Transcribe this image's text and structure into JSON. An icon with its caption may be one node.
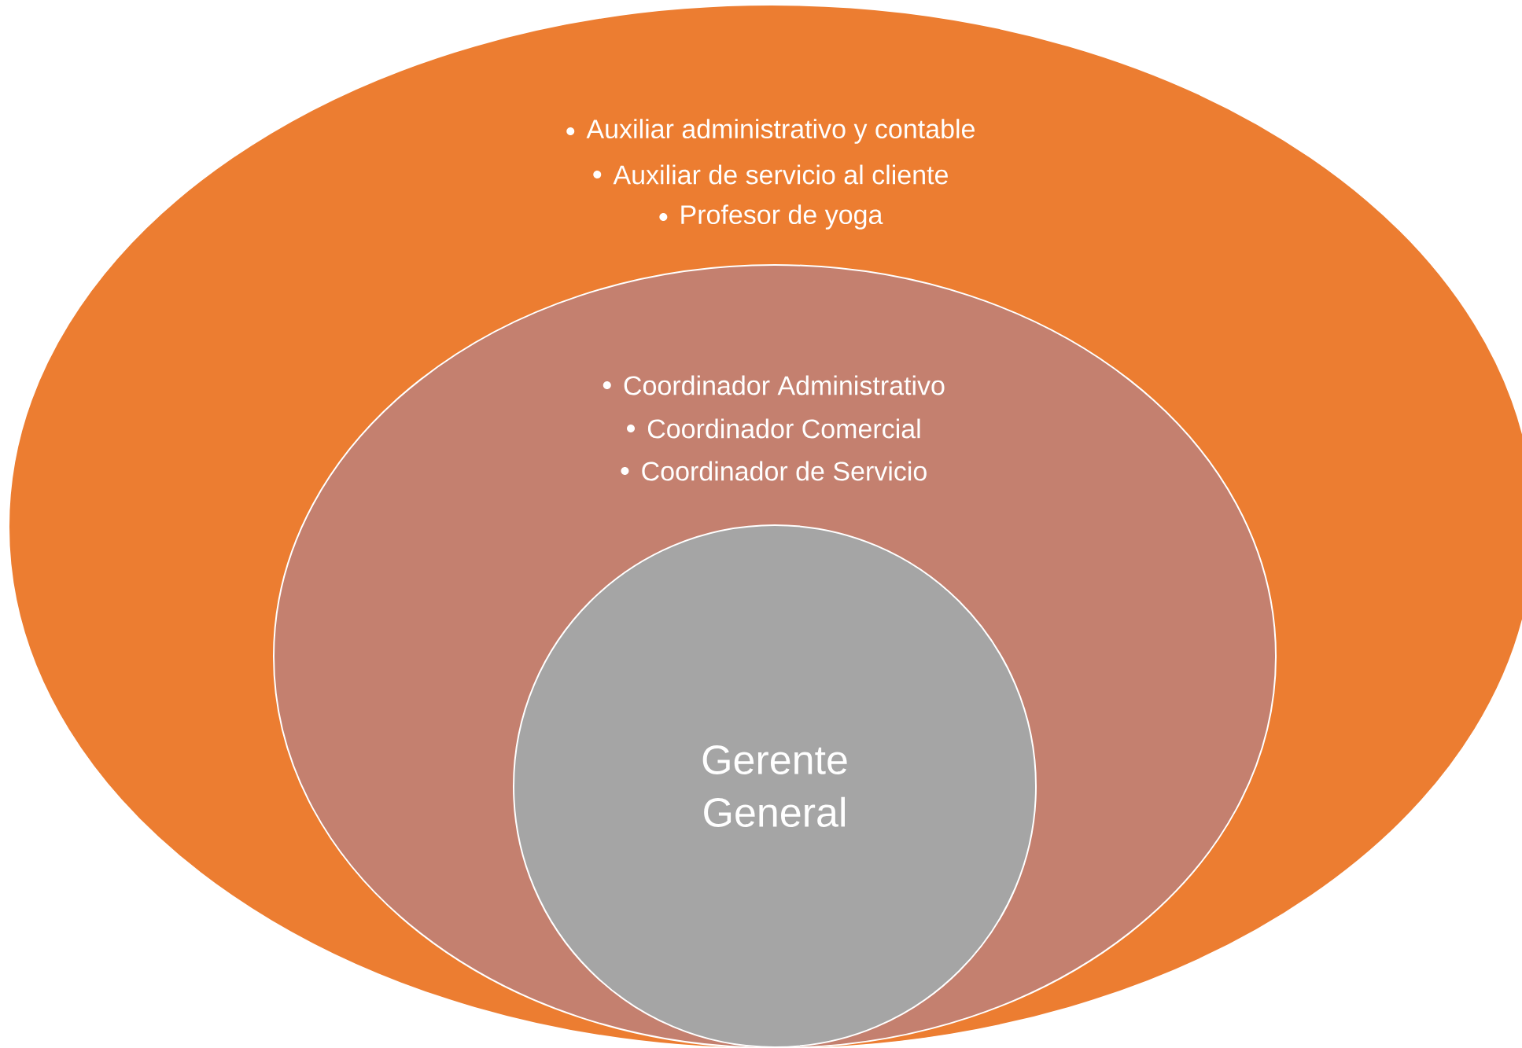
{
  "diagram": {
    "nodes": [
      {
        "text": [
          "Auxiliar administrativo y contable",
          "Auxiliar de servicio al cliente",
          "Profesor de yoga"
        ]
      },
      {
        "text": [
          "Coordinador Administrativo",
          "Coordinador Comercial",
          "Coordinador de Servicio"
        ],
        "in": 0
      },
      {
        "text": [
          "Gerente General"
        ],
        "in": 1
      }
    ]
  }
}
